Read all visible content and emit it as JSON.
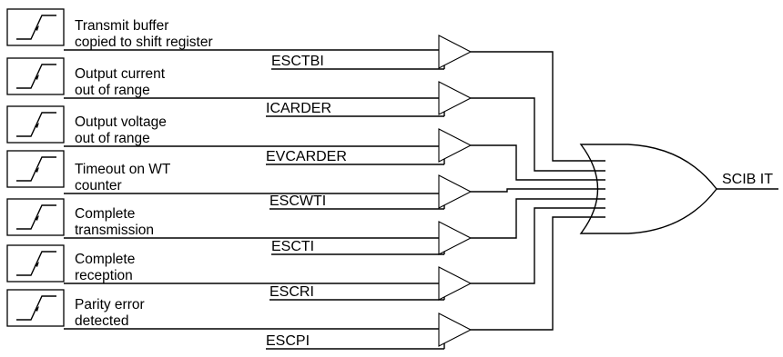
{
  "diagram": {
    "sources": [
      {
        "line1": "Transmit buffer",
        "line2": "copied to shift register",
        "enable": "ESCTBI"
      },
      {
        "line1": "Output current",
        "line2": "out of range",
        "enable": "ICARDER"
      },
      {
        "line1": "Output voltage",
        "line2": "out of range",
        "enable": "EVCARDER"
      },
      {
        "line1": "Timeout on WT",
        "line2": "counter",
        "enable": "ESCWTI"
      },
      {
        "line1": "Complete",
        "line2": "transmission",
        "enable": "ESCTI"
      },
      {
        "line1": "Complete",
        "line2": "reception",
        "enable": "ESCRI"
      },
      {
        "line1": "Parity error",
        "line2": "detected",
        "enable": "ESCPI"
      }
    ],
    "output_label": "SCIB IT",
    "gate_type": "or",
    "source_icon": "rising-edge-icon",
    "buffer_icon": "and-gate-buffer-icon"
  }
}
